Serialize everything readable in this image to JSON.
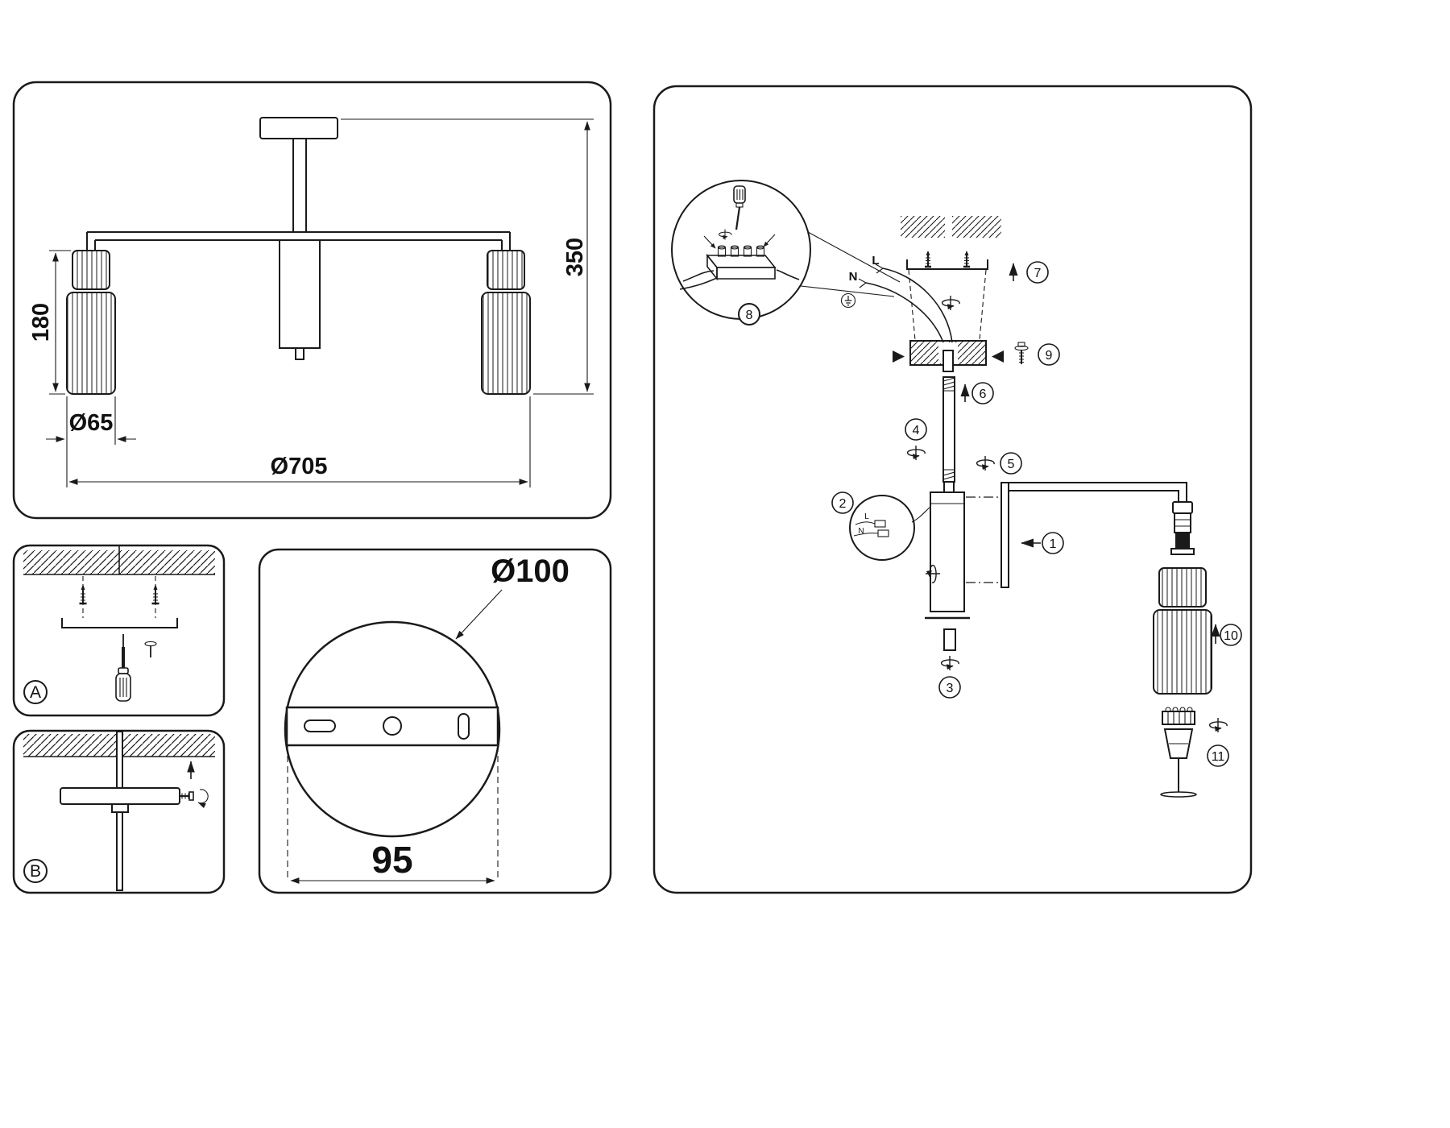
{
  "colors": {
    "ink": "#1a1a1a",
    "background": "#ffffff"
  },
  "overview": {
    "shade_height": "180",
    "fixture_height": "350",
    "shade_diameter": "Ø65",
    "fixture_diameter": "Ø705"
  },
  "mounting": {
    "step_a_label": "A",
    "step_b_label": "B",
    "plate_diameter": "Ø100",
    "plate_hole_spacing": "95"
  },
  "assembly": {
    "steps": [
      "1",
      "2",
      "3",
      "4",
      "5",
      "6",
      "7",
      "8",
      "9",
      "10",
      "11"
    ],
    "wire_labels": {
      "neutral": "N",
      "line": "L"
    },
    "detail_wire_labels": {
      "line": "L",
      "neutral": "N"
    }
  }
}
